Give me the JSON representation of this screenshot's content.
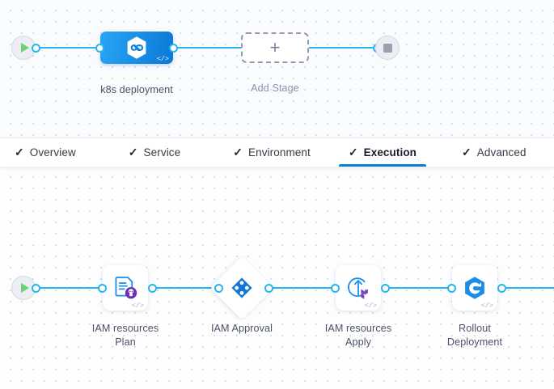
{
  "stage_canvas": {
    "name": "pipeline-stage-canvas",
    "start_node": {
      "icon": "play-icon",
      "title": "Start"
    },
    "end_node": {
      "icon": "stop-icon",
      "title": "End"
    },
    "stages": [
      {
        "label": "k8s deployment",
        "icon": "harness-service-icon",
        "badge": "</>",
        "type": "deploy-stage"
      }
    ],
    "add_stage": {
      "label": "Add Stage",
      "icon": "plus-icon"
    }
  },
  "tabs": {
    "name": "pipeline-studio-tabs",
    "items": [
      {
        "label": "Overview",
        "check": "✓",
        "active": false
      },
      {
        "label": "Service",
        "check": "✓",
        "active": false
      },
      {
        "label": "Environment",
        "check": "✓",
        "active": false
      },
      {
        "label": "Execution",
        "check": "✓",
        "active": true
      },
      {
        "label": "Advanced",
        "check": "✓",
        "active": false
      }
    ]
  },
  "execution_canvas": {
    "name": "execution-steps-canvas",
    "start_node": {
      "icon": "play-icon",
      "title": "Start"
    },
    "steps": [
      {
        "label": "IAM resources\nPlan",
        "line1": "IAM resources",
        "line2": "Plan",
        "icon": "terraform-plan-icon",
        "badge": "</>",
        "shape": "rounded"
      },
      {
        "label": "IAM Approval",
        "line1": "IAM Approval",
        "line2": "",
        "icon": "harness-approval-icon",
        "badge": "",
        "shape": "diamond"
      },
      {
        "label": "IAM resources\nApply",
        "line1": "IAM resources",
        "line2": "Apply",
        "icon": "terraform-apply-icon",
        "badge": "</>",
        "shape": "rounded"
      },
      {
        "label": "Rollout\nDeployment",
        "line1": "Rollout",
        "line2": "Deployment",
        "icon": "k8s-rollout-icon",
        "badge": "</>",
        "shape": "rounded"
      }
    ]
  },
  "colors": {
    "accent_blue": "#27b5f0",
    "stage_blue_start": "#27a6f5",
    "stage_blue_end": "#0b78d6",
    "tab_active_underline": "#0b7fd4",
    "icon_blue": "#1b8ce8",
    "terraform_purple": "#7b42bc",
    "start_green": "#6fcf7a",
    "stop_gray": "#9b9fb0",
    "canvas_dot": "#c8d4e6"
  }
}
